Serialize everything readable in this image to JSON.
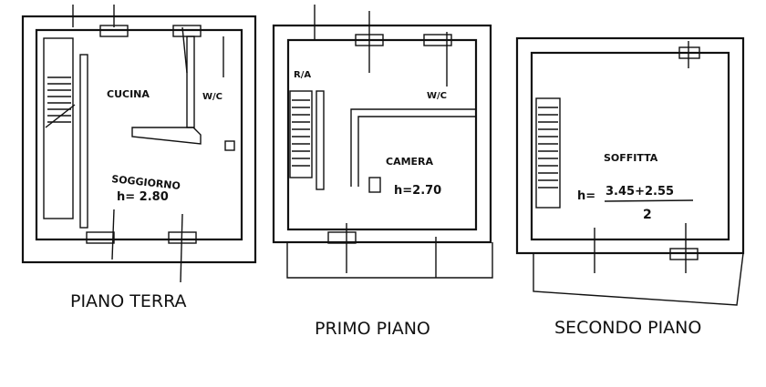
{
  "floors": [
    {
      "caption": "PIANO TERRA",
      "rooms": [
        {
          "name": "CUCINA"
        },
        {
          "name": "W/C"
        },
        {
          "name": "SOGGIORNO",
          "height": "h= 2.80"
        }
      ]
    },
    {
      "caption": "PRIMO PIANO",
      "rooms": [
        {
          "name": "R/A"
        },
        {
          "name": "W/C"
        },
        {
          "name": "CAMERA",
          "height": "h=2.70"
        }
      ]
    },
    {
      "caption": "SECONDO PIANO",
      "rooms": [
        {
          "name": "SOFFITTA",
          "height_prefix": "h=",
          "height_numerator": "3.45+2.55",
          "height_denominator": "2"
        }
      ]
    }
  ]
}
